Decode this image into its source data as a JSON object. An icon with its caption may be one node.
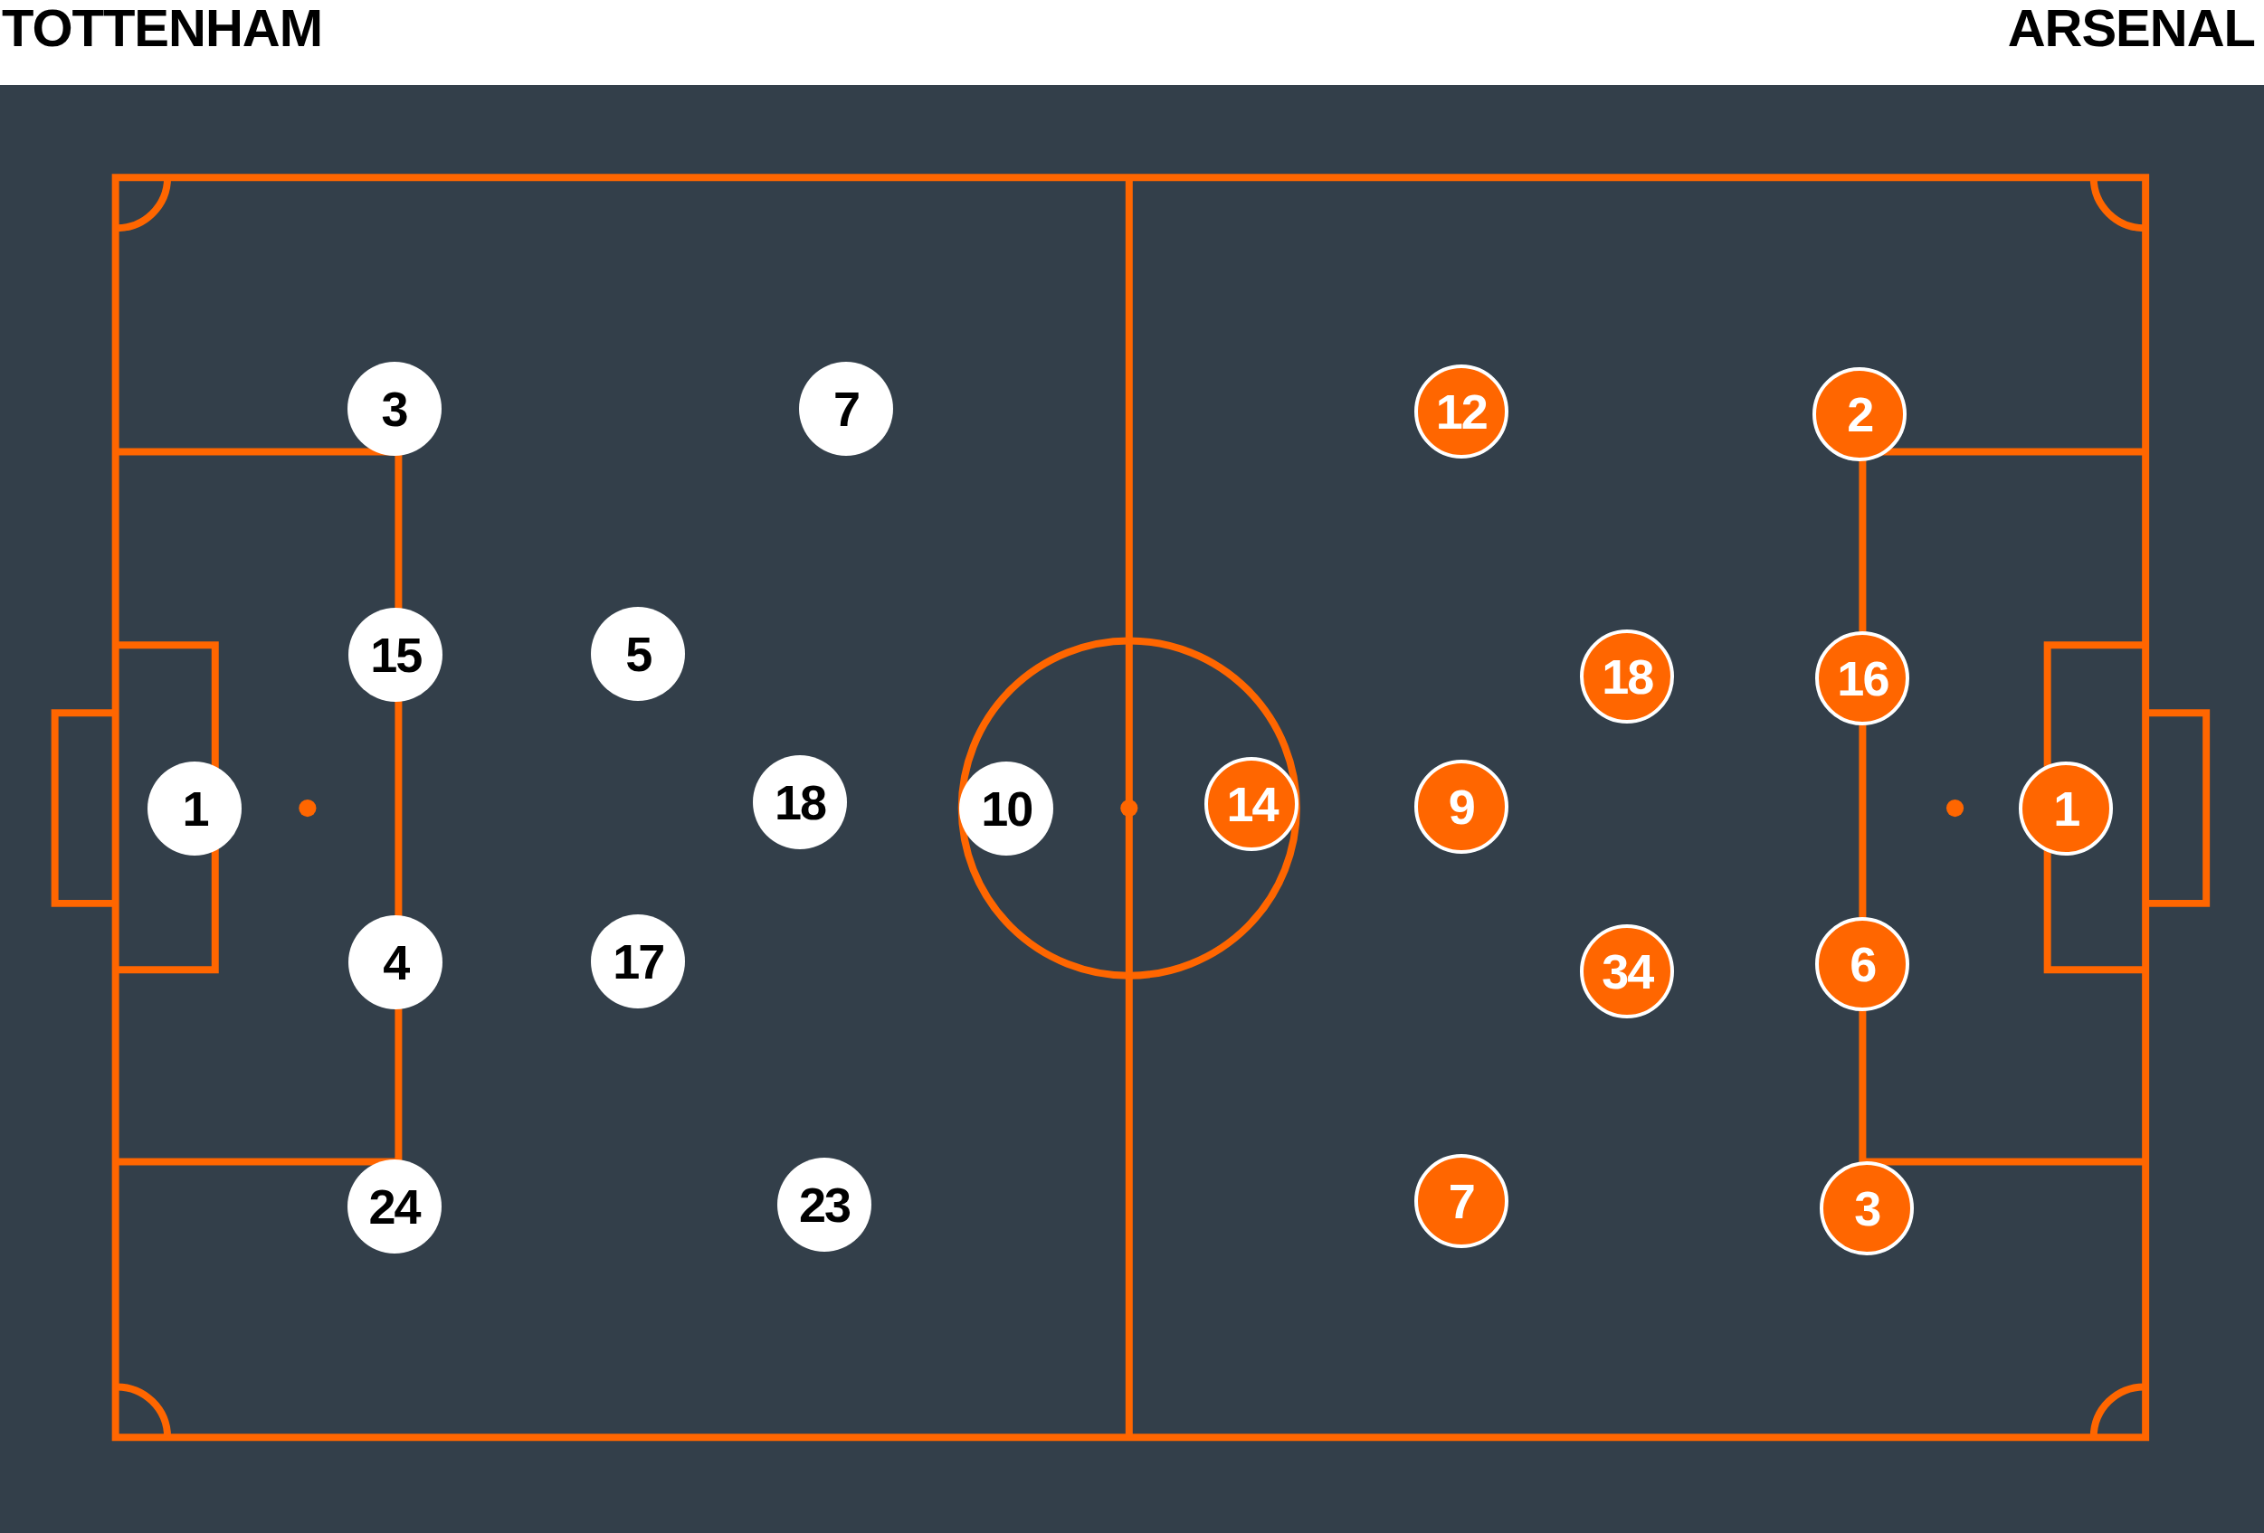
{
  "diagram": {
    "nodes": [
      {
        "text": [
          "1"
        ]
      },
      {
        "text": [
          "3"
        ]
      },
      {
        "text": [
          "15"
        ]
      },
      {
        "text": [
          "4"
        ]
      },
      {
        "text": [
          "24"
        ]
      },
      {
        "text": [
          "5"
        ]
      },
      {
        "text": [
          "17"
        ]
      },
      {
        "text": [
          "18"
        ]
      },
      {
        "text": [
          "7"
        ]
      },
      {
        "text": [
          "23"
        ]
      },
      {
        "text": [
          "10"
        ]
      },
      {
        "text": [
          "14"
        ]
      },
      {
        "text": [
          "12"
        ]
      },
      {
        "text": [
          "9"
        ]
      },
      {
        "text": [
          "7"
        ]
      },
      {
        "text": [
          "18"
        ]
      },
      {
        "text": [
          "34"
        ]
      },
      {
        "text": [
          "2"
        ]
      },
      {
        "text": [
          "16"
        ]
      },
      {
        "text": [
          "6"
        ]
      },
      {
        "text": [
          "3"
        ]
      },
      {
        "text": [
          "1"
        ]
      }
    ],
    "labels": [
      "TOTTENHAM",
      "ARSENAL"
    ]
  }
}
